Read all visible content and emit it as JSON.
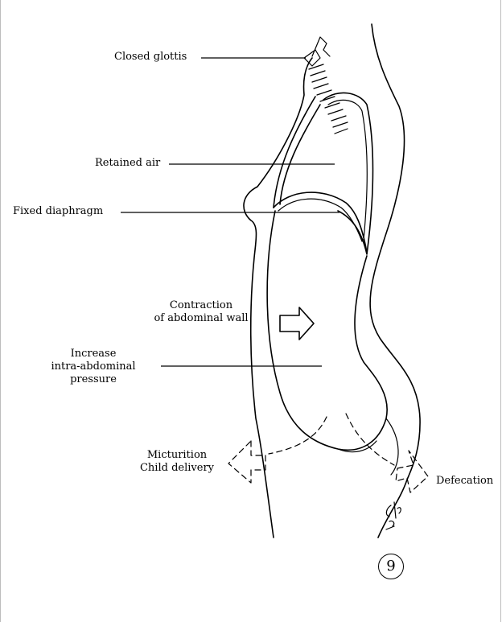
{
  "labels": {
    "closed_glottis": "Closed glottis",
    "retained_air": "Retained air",
    "fixed_diaphragm": "Fixed diaphragm",
    "contraction": "Contraction\nof abdominal wall",
    "pressure": "Increase\nintra-abdominal\npressure",
    "micturition": "Micturition\nChild delivery",
    "defecation": "Defecation"
  },
  "figure_number": "9"
}
